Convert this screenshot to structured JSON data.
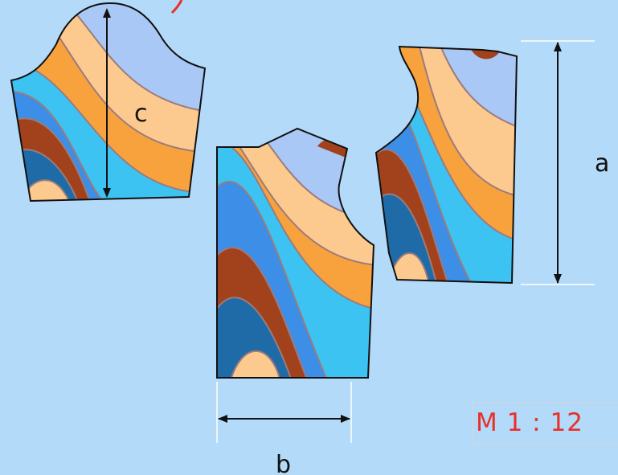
{
  "labels": {
    "a": "a",
    "b": "b",
    "c": "c"
  },
  "scale": "M 1 : 12",
  "colors": {
    "background": "#b3daf8",
    "pale_blue": "#a9c8f5",
    "peach": "#fcc98e",
    "orange": "#f8a23d",
    "cyan": "#3cc3f2",
    "blue": "#3c8ee6",
    "rust": "#a2421c",
    "navy": "#1f6ba8",
    "stripe_line": "#9b7b7d",
    "scale_text": "#e8302a"
  }
}
